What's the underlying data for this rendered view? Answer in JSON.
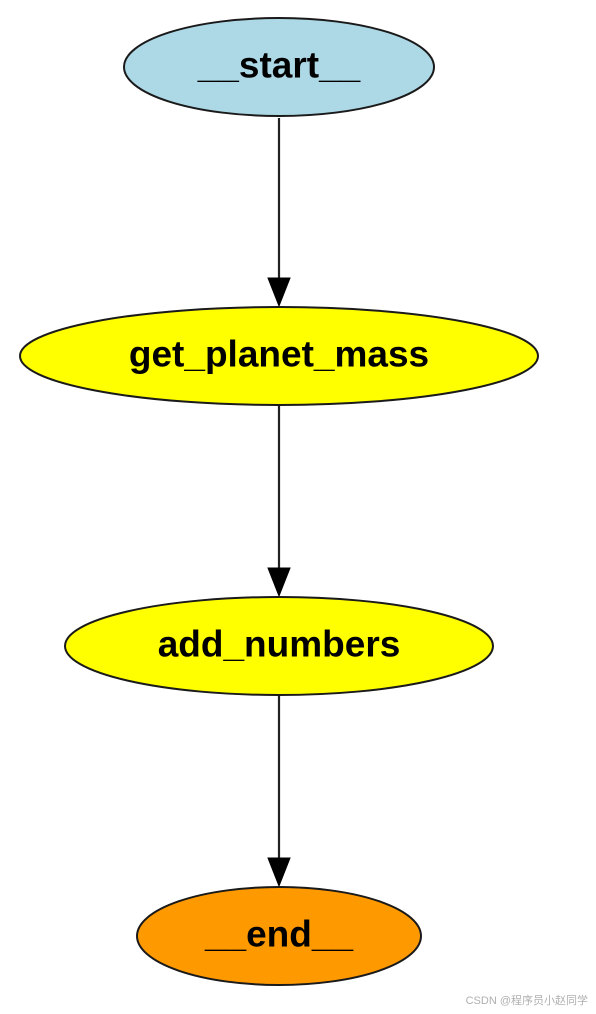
{
  "diagram": {
    "nodes": [
      {
        "id": "start",
        "label": "__start__",
        "fill": "#add8e6"
      },
      {
        "id": "get_planet_mass",
        "label": "get_planet_mass",
        "fill": "#ffff00"
      },
      {
        "id": "add_numbers",
        "label": "add_numbers",
        "fill": "#ffff00"
      },
      {
        "id": "end",
        "label": "__end__",
        "fill": "#ff9900"
      }
    ],
    "edges": [
      {
        "from": "start",
        "to": "get_planet_mass"
      },
      {
        "from": "get_planet_mass",
        "to": "add_numbers"
      },
      {
        "from": "add_numbers",
        "to": "end"
      }
    ]
  },
  "watermark": "CSDN @程序员小赵同学"
}
